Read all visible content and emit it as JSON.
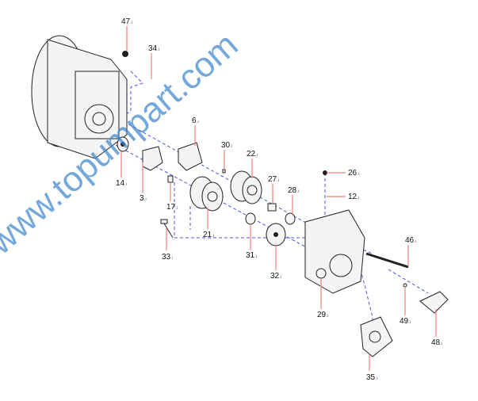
{
  "diagram": {
    "labels": [
      "47",
      "34",
      "6",
      "30",
      "22",
      "26",
      "12",
      "27",
      "28",
      "14",
      "3",
      "17",
      "21",
      "33",
      "31",
      "32",
      "29",
      "46",
      "49",
      "48",
      "35"
    ],
    "suffix": ".ı",
    "watermark": "www.topumpart.com",
    "colors": {
      "leader": "#f08080",
      "axis": "#4a56d8",
      "watermark": "#3f86cc"
    }
  }
}
